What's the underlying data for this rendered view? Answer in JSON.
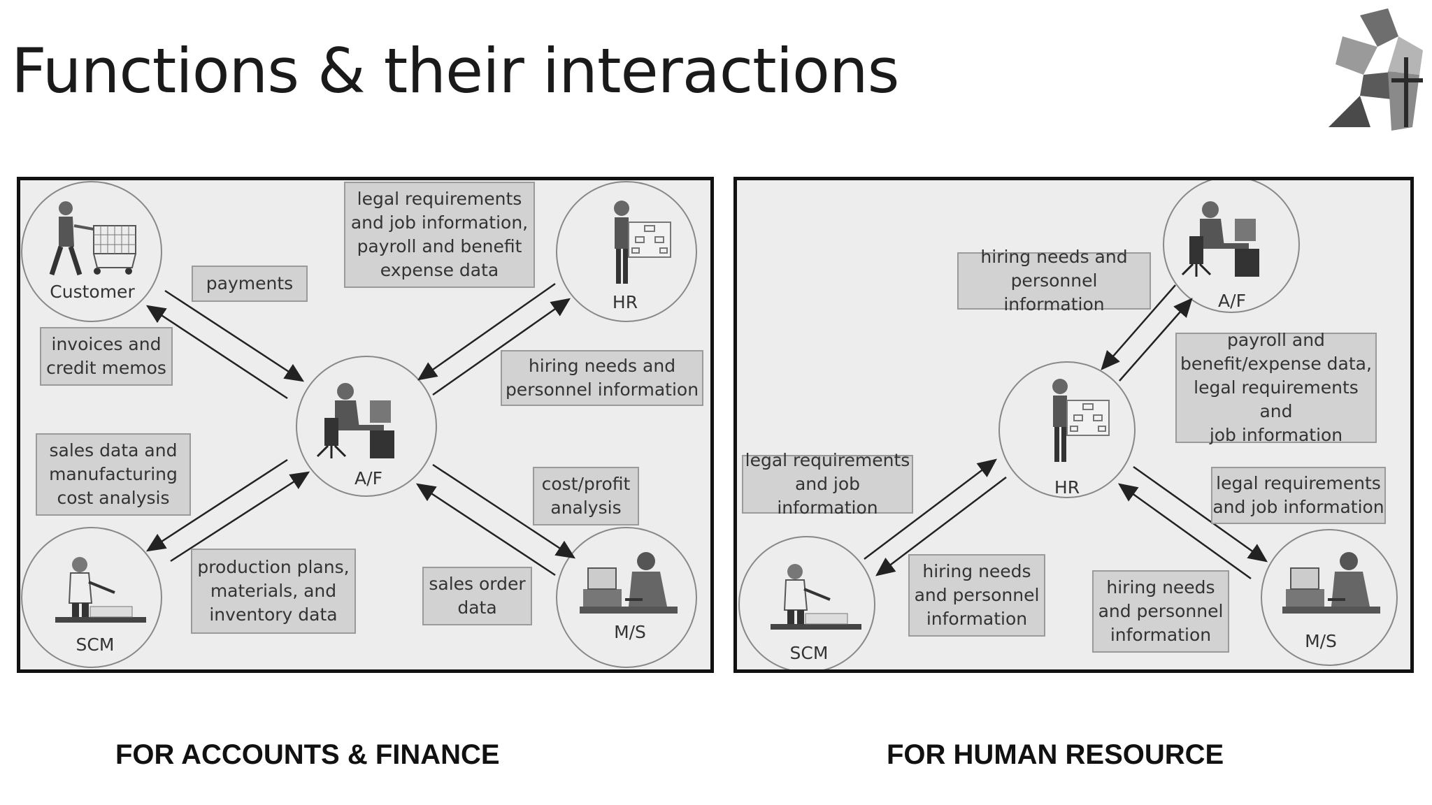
{
  "title": "Functions & their interactions",
  "captions": {
    "left": "FOR ACCOUNTS & FINANCE",
    "right": "FOR HUMAN RESOURCE"
  },
  "left_diagram": {
    "nodes": {
      "customer": "Customer",
      "hr": "HR",
      "af": "A/F",
      "scm": "SCM",
      "ms": "M/S"
    },
    "labels": {
      "payments": "payments",
      "legal": "legal requirements\nand job information,\npayroll and benefit\nexpense data",
      "invoices": "invoices and\ncredit memos",
      "hiring": "hiring needs and\npersonnel information",
      "sales_data": "sales data and\nmanufacturing\ncost analysis",
      "cost_profit": "cost/profit\nanalysis",
      "production": "production plans,\nmaterials, and\ninventory data",
      "sales_order": "sales order\ndata"
    }
  },
  "right_diagram": {
    "nodes": {
      "af": "A/F",
      "hr": "HR",
      "scm": "SCM",
      "ms": "M/S"
    },
    "labels": {
      "hiring_top": "hiring needs and\npersonnel information",
      "payroll": "payroll and\nbenefit/expense data,\nlegal requirements and\njob information",
      "legal_left": "legal requirements\nand job information",
      "legal_right": "legal requirements\nand job information",
      "hiring_bottom_left": "hiring needs\nand personnel\ninformation",
      "hiring_bottom_right": "hiring needs\nand personnel\ninformation"
    }
  }
}
